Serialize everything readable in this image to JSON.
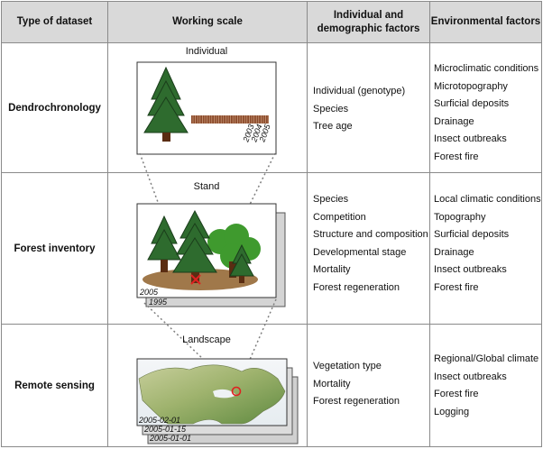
{
  "headers": {
    "type": "Type of dataset",
    "scale": "Working scale",
    "individual_line1": "Individual and",
    "individual_line2": "demographic factors",
    "environmental": "Environmental factors"
  },
  "rows": [
    {
      "type": "Dendrochronology",
      "scale_label": "Individual",
      "ring_years": [
        "2003",
        "2004",
        "2005"
      ],
      "individual_factors": [
        "Individual (genotype)",
        "Species",
        "Tree age"
      ],
      "environmental_factors": [
        "Microclimatic conditions",
        "Microtopography",
        "Surficial deposits",
        "Drainage",
        "Insect outbreaks",
        "Forest fire"
      ]
    },
    {
      "type": "Forest inventory",
      "scale_label": "Stand",
      "years": [
        "2005",
        "1995"
      ],
      "individual_factors": [
        "Species",
        "Competition",
        "Structure and composition",
        "Developmental stage",
        "Mortality",
        "Forest regeneration"
      ],
      "environmental_factors": [
        "Local climatic conditions",
        "Topography",
        "Surficial deposits",
        "Drainage",
        "Insect outbreaks",
        "Forest fire"
      ]
    },
    {
      "type": "Remote sensing",
      "scale_label": "Landscape",
      "dates": [
        "2005-02-01",
        "2005-01-15",
        "2005-01-01"
      ],
      "individual_factors": [
        "Vegetation type",
        "Mortality",
        "Forest regeneration"
      ],
      "environmental_factors": [
        "Regional/Global climate",
        "Insect outbreaks",
        "Forest fire",
        "Logging"
      ]
    }
  ],
  "colors": {
    "header_bg": "#d9d9d9",
    "tree_green": "#2e6b2e",
    "trunk_brown": "#5a2d12",
    "ground": "#a0784a",
    "dotted_line": "#7f7f7f",
    "highlight_red": "#e02020"
  }
}
